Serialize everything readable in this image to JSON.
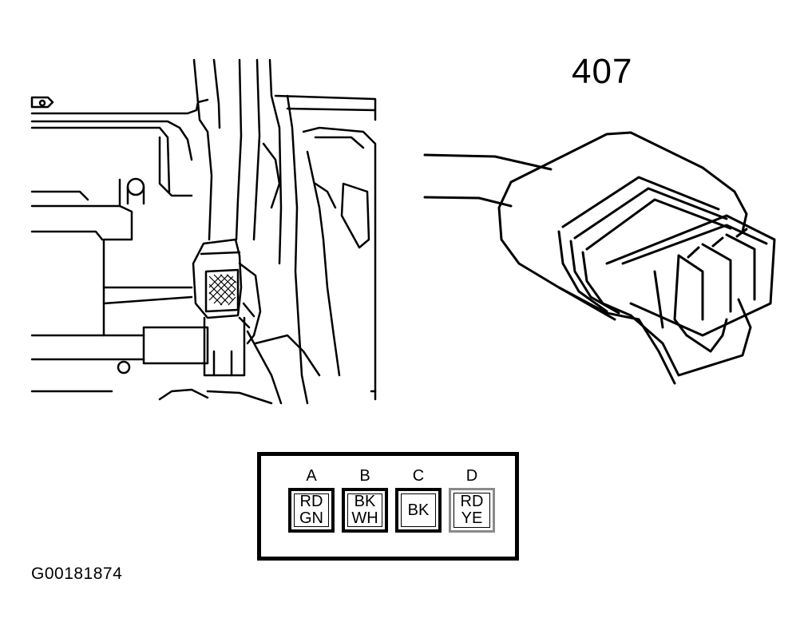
{
  "connector_number": "407",
  "figure_id": "G00181874",
  "pins": [
    {
      "letter": "A",
      "wire_line1": "RD",
      "wire_line2": "GN",
      "style": "dark"
    },
    {
      "letter": "B",
      "wire_line1": "BK",
      "wire_line2": "WH",
      "style": "dark"
    },
    {
      "letter": "C",
      "wire_line1": "BK",
      "wire_line2": "",
      "style": "dark"
    },
    {
      "letter": "D",
      "wire_line1": "RD",
      "wire_line2": "YE",
      "style": "light"
    }
  ]
}
